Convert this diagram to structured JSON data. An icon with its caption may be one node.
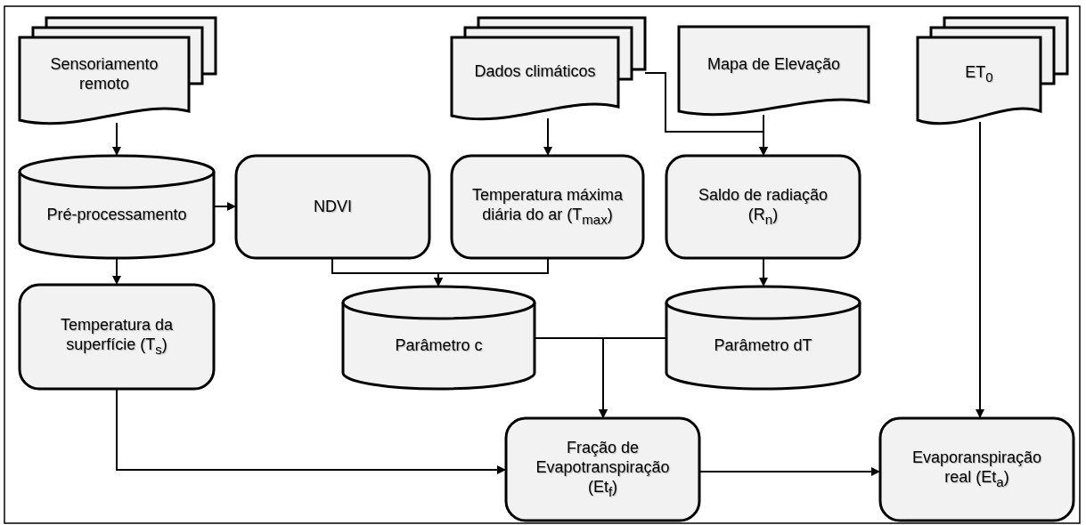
{
  "diagram": {
    "nodes": [
      {
        "text": [
          "Sensoriamento remoto"
        ]
      },
      {
        "text": [
          "Dados climáticos"
        ]
      },
      {
        "text": [
          "Mapa de Elevação"
        ]
      },
      {
        "text": [
          "ET$_{0}$"
        ]
      },
      {
        "text": [
          "Pré-processamento"
        ]
      },
      {
        "text": [
          "NDVI"
        ]
      },
      {
        "text": [
          "Temperatura máxima diária do ar (T$_{max}$)"
        ]
      },
      {
        "text": [
          "Saldo de radiação (R$_{n}$)"
        ]
      },
      {
        "text": [
          "Temperatura da superfície (T$_{s}$)"
        ]
      },
      {
        "text": [
          "Parâmetro c"
        ]
      },
      {
        "text": [
          "Parâmetro dT"
        ]
      },
      {
        "text": [
          "Fração de Evapotranspiração (Et$_{f}$)"
        ]
      },
      {
        "text": [
          "Evaporanspiração real (Et$_{a}$)"
        ]
      }
    ],
    "edges": [
      {
        "from": 0,
        "to": 4,
        "arrow": "to"
      },
      {
        "from": 4,
        "to": 5,
        "arrow": "to"
      },
      {
        "from": 4,
        "to": 8,
        "arrow": "to"
      },
      {
        "from": 1,
        "to": 6,
        "arrow": "to"
      },
      {
        "from": 1,
        "to": 7,
        "arrow": "to"
      },
      {
        "from": 2,
        "to": 7,
        "arrow": "to"
      },
      {
        "from": 5,
        "to": 9,
        "arrow": "to"
      },
      {
        "from": 6,
        "to": 9,
        "arrow": "to"
      },
      {
        "from": 7,
        "to": 10,
        "arrow": "to"
      },
      {
        "from": 9,
        "to": 11,
        "arrow": "to"
      },
      {
        "from": 10,
        "to": 11,
        "arrow": "to"
      },
      {
        "from": 8,
        "to": 11,
        "arrow": "to"
      },
      {
        "from": 11,
        "to": 12,
        "arrow": "to"
      },
      {
        "from": 3,
        "to": 12,
        "arrow": "to"
      }
    ]
  }
}
